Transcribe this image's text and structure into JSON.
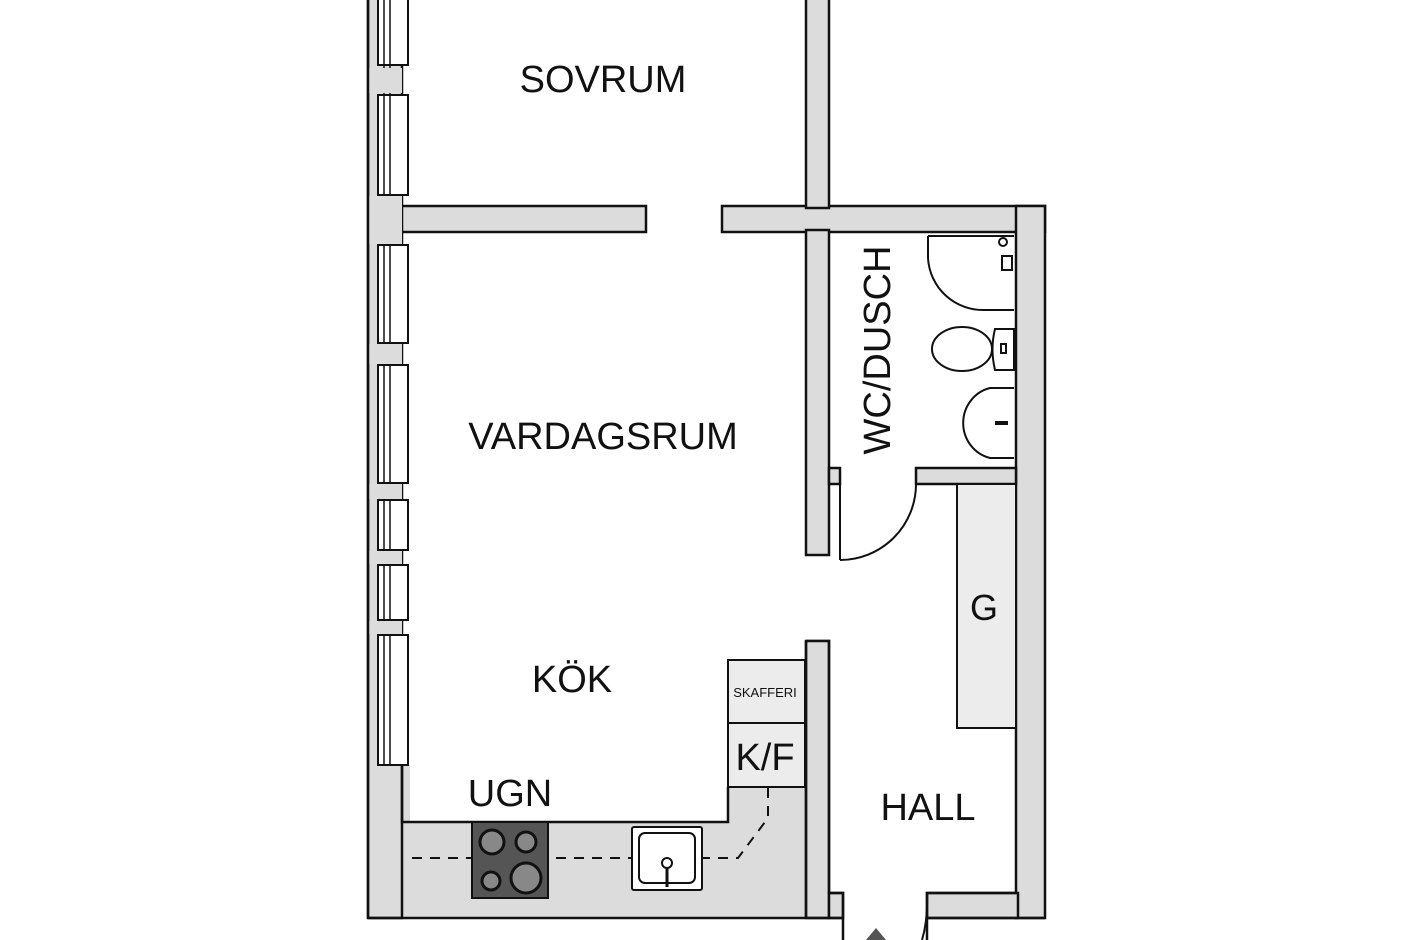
{
  "rooms": {
    "bedroom": "SOVRUM",
    "living": "VARDAGSRUM",
    "kitchen": "KÖK",
    "bathroom": "WC/DUSCH",
    "hall": "HALL"
  },
  "fixtures": {
    "oven": "UGN",
    "wardrobe": "G",
    "pantry": "SKAFFERI",
    "fridge_freezer": "K/F"
  },
  "colors": {
    "wall": "#dcdcdc",
    "stove": "#555555",
    "cabinet": "#ececec"
  }
}
